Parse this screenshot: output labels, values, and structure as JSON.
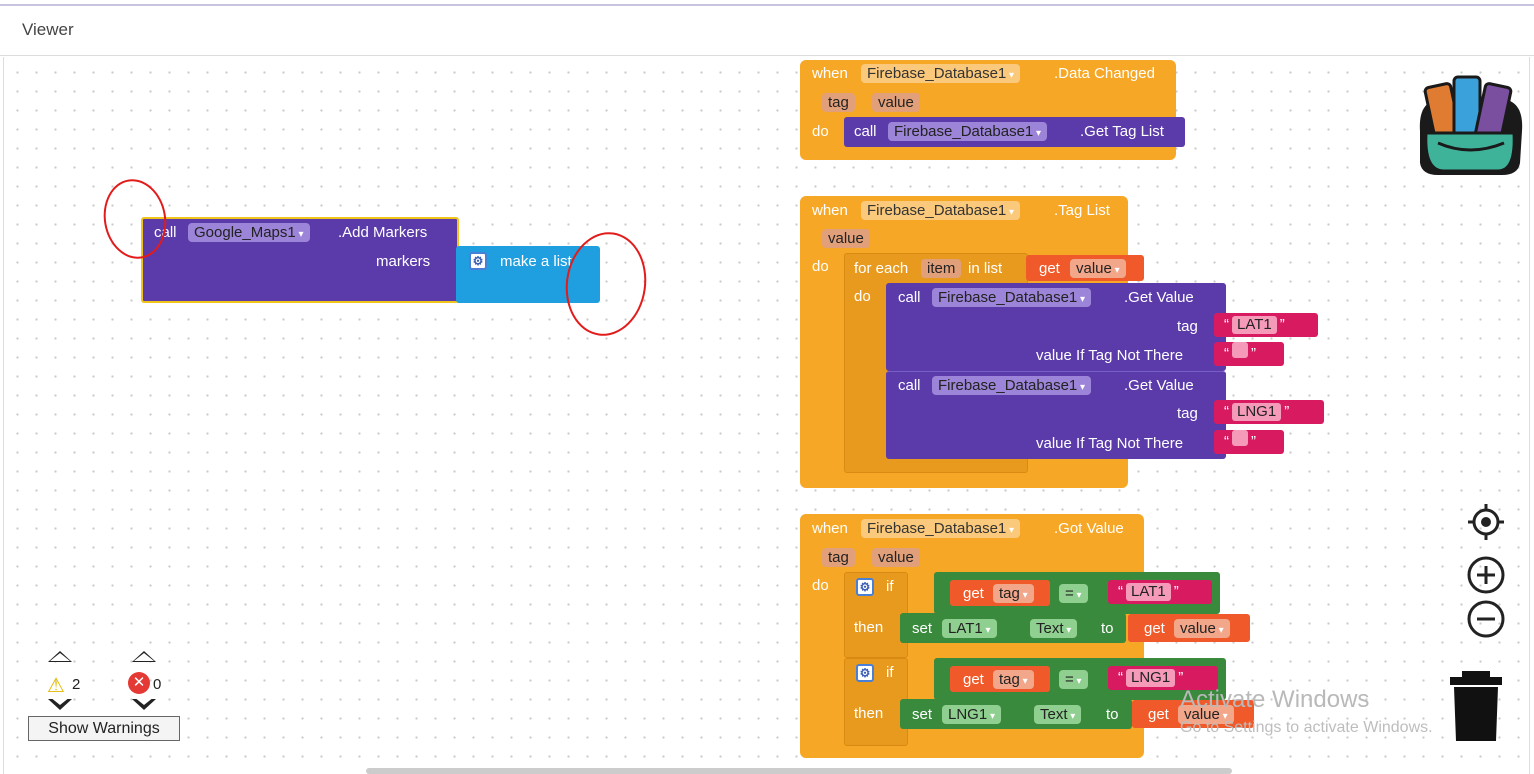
{
  "header": {
    "title": "Viewer"
  },
  "left_block": {
    "call": "call",
    "component": "Google_Maps1",
    "method": ".Add Markers",
    "param": "markers",
    "list_label": "make a list"
  },
  "event1": {
    "when": "when",
    "component": "Firebase_Database1",
    "event": ".Data Changed",
    "params": [
      "tag",
      "value"
    ],
    "do": "do",
    "call": "call",
    "call_component": "Firebase_Database1",
    "call_method": ".Get Tag List"
  },
  "event2": {
    "when": "when",
    "component": "Firebase_Database1",
    "event": ".Tag List",
    "param": "value",
    "do": "do",
    "for_each": "for each",
    "item": "item",
    "in_list": "in list",
    "get": "get",
    "get_var": "value",
    "inner_do": "do",
    "calls": [
      {
        "call": "call",
        "component": "Firebase_Database1",
        "method": ".Get Value",
        "tag_label": "tag",
        "tag_value": "LAT1",
        "vitnt_label": "value If Tag Not There"
      },
      {
        "call": "call",
        "component": "Firebase_Database1",
        "method": ".Get Value",
        "tag_label": "tag",
        "tag_value": "LNG1",
        "vitnt_label": "value If Tag Not There"
      }
    ]
  },
  "event3": {
    "when": "when",
    "component": "Firebase_Database1",
    "event": ".Got Value",
    "params": [
      "tag",
      "value"
    ],
    "do": "do",
    "conditions": [
      {
        "if": "if",
        "get": "get",
        "var": "tag",
        "op": "=",
        "str": "LAT1",
        "then": "then",
        "set": "set",
        "target": "LAT1",
        "prop": "Text",
        "to": "to",
        "get2": "get",
        "var2": "value"
      },
      {
        "if": "if",
        "get": "get",
        "var": "tag",
        "op": "=",
        "str": "LNG1",
        "then": "then",
        "set": "set",
        "target": "LNG1",
        "prop": "Text",
        "to": "to",
        "get2": "get",
        "var2": "value"
      }
    ]
  },
  "warnings": {
    "warning_count": "2",
    "error_count": "0",
    "button": "Show Warnings"
  },
  "watermark": {
    "line1": "Activate Windows",
    "line2": "Go to Settings to activate Windows."
  },
  "colors": {
    "event": "#f6a725",
    "procedure": "#5b3aa9",
    "list": "#1f9fe0",
    "setter": "#3a8a3e",
    "variable": "#f05a2a",
    "text": "#d81b60"
  }
}
